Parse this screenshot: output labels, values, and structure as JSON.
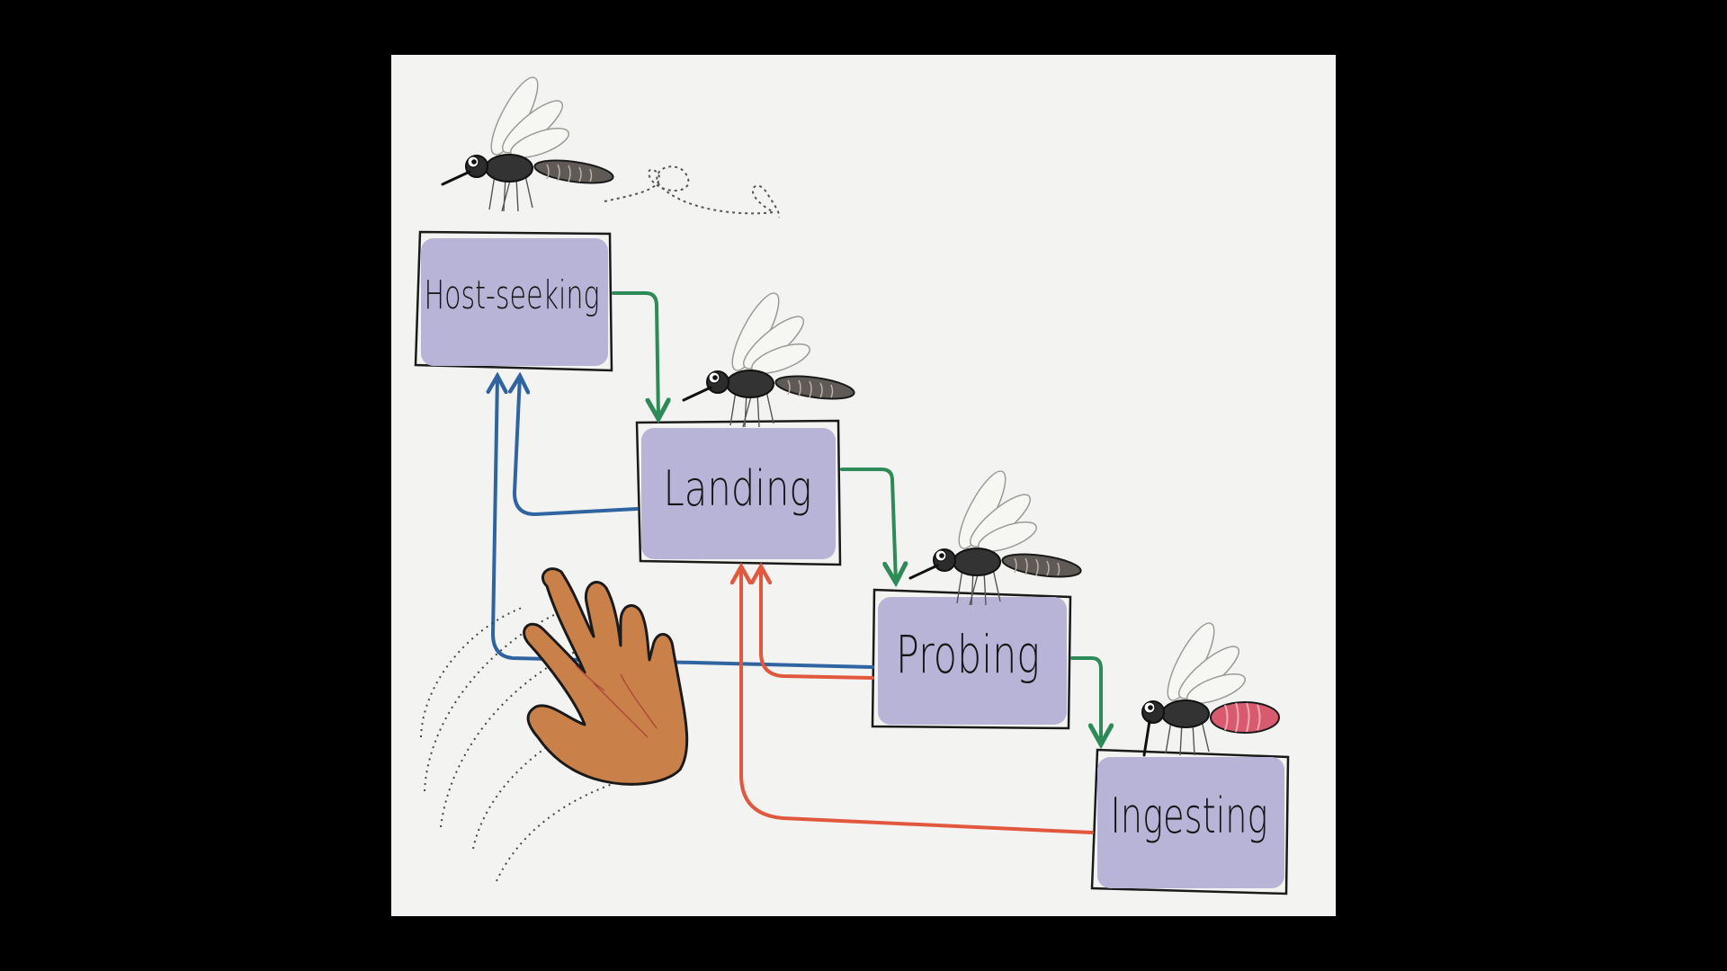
{
  "colors": {
    "background": "#000000",
    "paper": "#f3f3f1",
    "state_fill": "#b8b4d8",
    "state_border": "#1a1a1a",
    "advance_arrow": "#2e8b57",
    "retreat_to_host_seeking": "#2f64a0",
    "retreat_to_landing": "#e2583e",
    "hand": "#c98149",
    "mosquito_body": "#3a3a3a",
    "mosquito_wing": "#f2f2ee",
    "blood_abdomen": "#d85a6e"
  },
  "icons": [
    "mosquito-icon",
    "hand-swat-icon",
    "flight-path-icon",
    "motion-lines-icon"
  ],
  "states": [
    {
      "id": "host-seeking",
      "label": "Host-seeking"
    },
    {
      "id": "landing",
      "label": "Landing"
    },
    {
      "id": "probing",
      "label": "Probing"
    },
    {
      "id": "ingesting",
      "label": "Ingesting"
    }
  ],
  "transitions": [
    {
      "from": "Host-seeking",
      "to": "Landing",
      "type": "advance"
    },
    {
      "from": "Landing",
      "to": "Probing",
      "type": "advance"
    },
    {
      "from": "Probing",
      "to": "Ingesting",
      "type": "advance"
    },
    {
      "from": "Landing",
      "to": "Host-seeking",
      "type": "interrupted"
    },
    {
      "from": "Probing",
      "to": "Host-seeking",
      "type": "interrupted"
    },
    {
      "from": "Probing",
      "to": "Landing",
      "type": "interrupted"
    },
    {
      "from": "Ingesting",
      "to": "Landing",
      "type": "interrupted"
    }
  ]
}
